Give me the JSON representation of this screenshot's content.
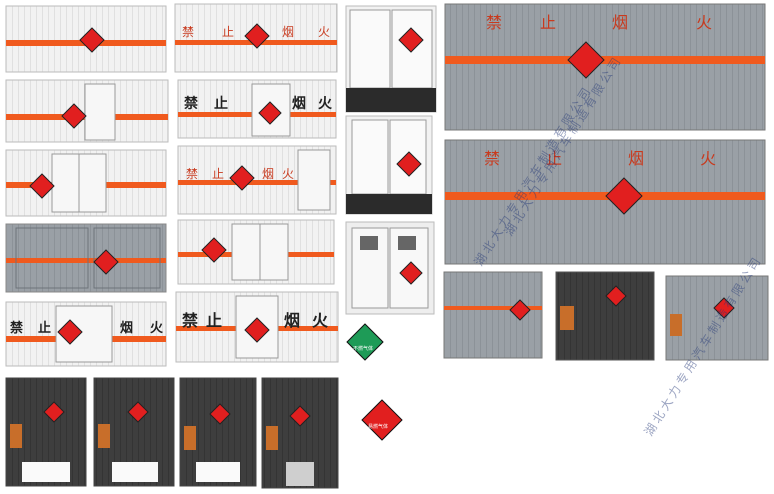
{
  "labels": {
    "chinese_warning": [
      "禁",
      "止",
      "烟",
      "火"
    ],
    "watermark": "湖北大力专用汽车制造有限公司",
    "hazmat_text": "易燃气体"
  },
  "colors": {
    "orange_stripe": "#f05a1e",
    "diamond_red": "#e11f1f",
    "diamond_green": "#1e9b57",
    "gray_box": "#8a8e94",
    "dark_box": "#3a3a3a"
  }
}
